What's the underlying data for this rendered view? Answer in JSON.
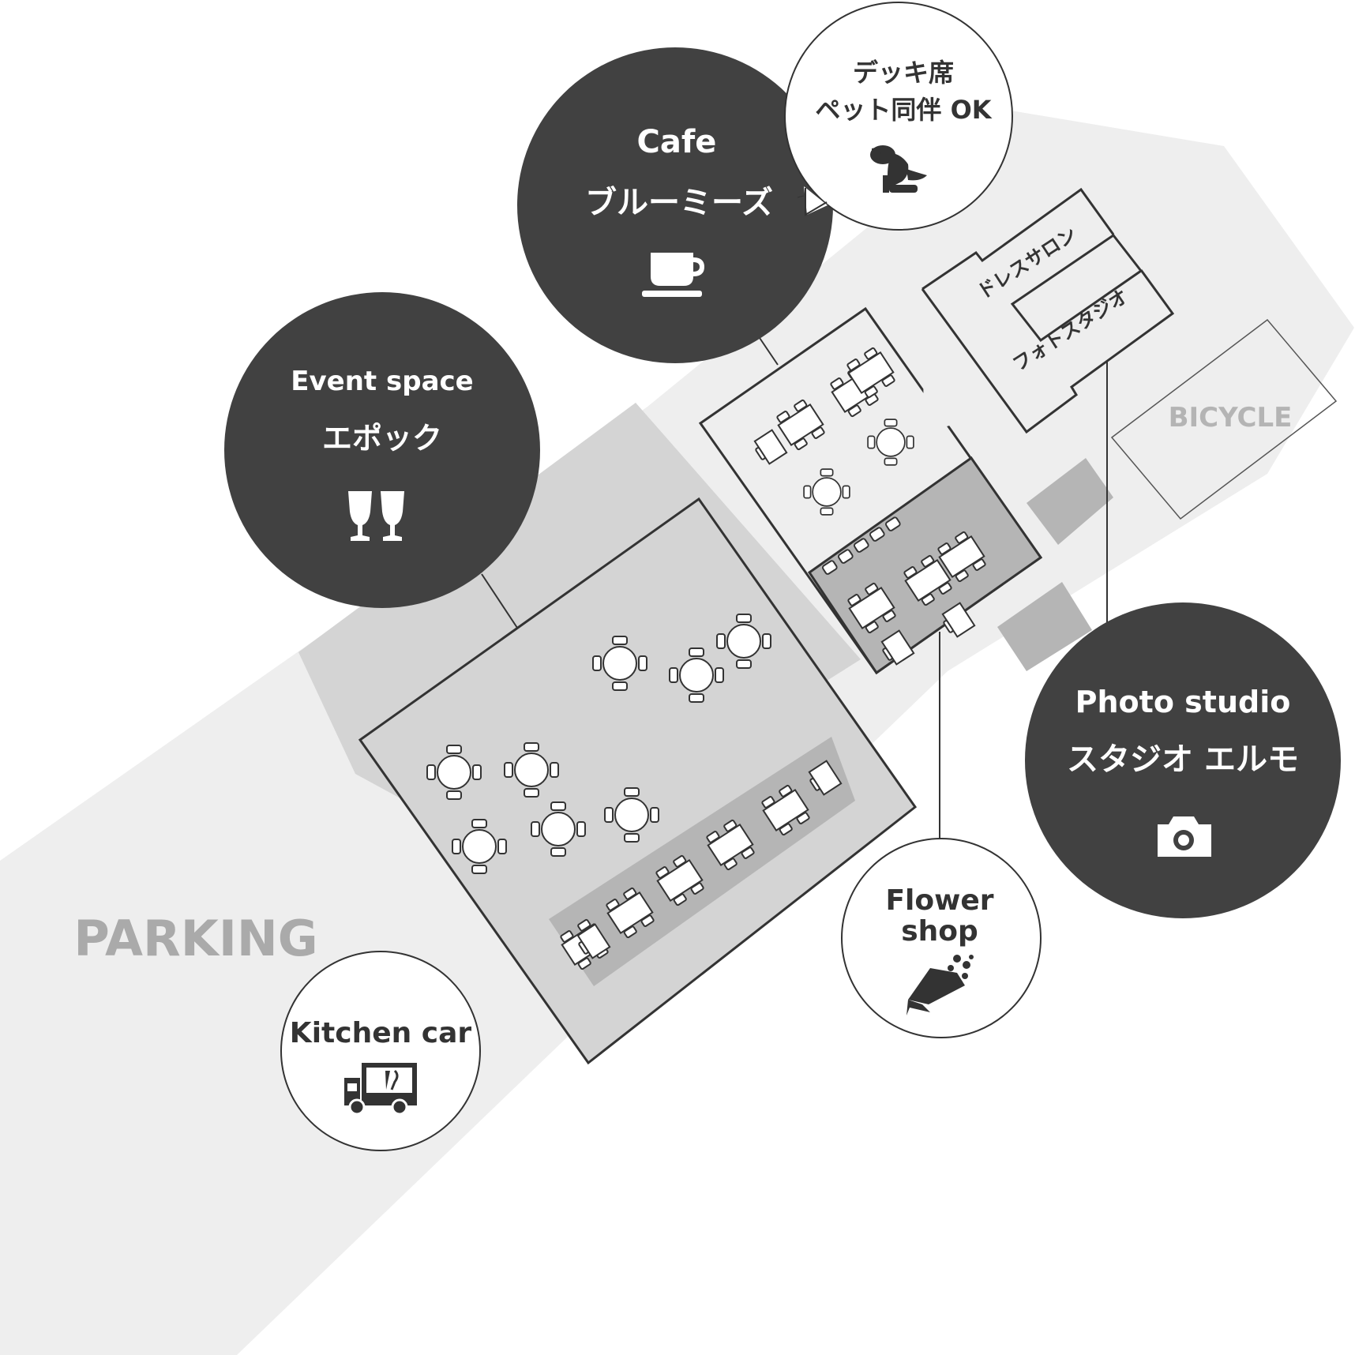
{
  "map": {
    "areas": {
      "parking": "PARKING",
      "bicycle": "BICYCLE"
    },
    "rooms": {
      "dress_salon": "ドレスサロン",
      "photo_studio_room": "フォトスタジオ"
    },
    "bubbles": {
      "cafe": {
        "title": "Cafe",
        "name": "ブルーミーズ",
        "icon": "coffee-cup-icon"
      },
      "deck": {
        "line1": "デッキ席",
        "line2": "ペット同伴 OK",
        "icon": "dog-icon"
      },
      "event": {
        "title": "Event space",
        "name": "エポック",
        "icon": "wine-glasses-icon"
      },
      "photo": {
        "title": "Photo studio",
        "name": "スタジオ エルモ",
        "icon": "camera-icon"
      },
      "flower": {
        "line1": "Flower",
        "line2": "shop",
        "icon": "bouquet-icon"
      },
      "kitchen": {
        "title": "Kitchen car",
        "icon": "food-truck-icon"
      }
    },
    "colors": {
      "dark_bubble": "#414141",
      "ground_light": "#eeeeee",
      "ground_mid": "#d4d4d4",
      "deck_dark": "#b5b5b5",
      "outline": "#333333",
      "parking_text": "#aaaaaa",
      "bicycle_text": "#b4b4b4"
    }
  }
}
